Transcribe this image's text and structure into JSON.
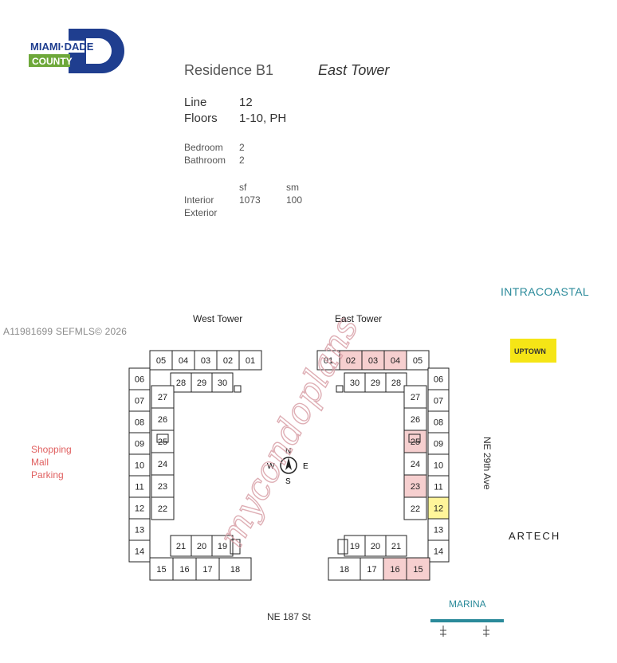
{
  "logo": {
    "line1": "MIAMI·DADE",
    "line2": "COUNTY",
    "colors": {
      "navy": "#1f3e8f",
      "green": "#6ea83a"
    }
  },
  "residence": {
    "title": "Residence B1",
    "tower": "East Tower",
    "line_label": "Line",
    "line_value": "12",
    "floors_label": "Floors",
    "floors_value": "1-10, PH",
    "bedroom_label": "Bedroom",
    "bedroom_value": "2",
    "bathroom_label": "Bathroom",
    "bathroom_value": "2",
    "sf_header": "sf",
    "sm_header": "sm",
    "interior_label": "Interior",
    "interior_sf": "1073",
    "interior_sm": "100",
    "exterior_label": "Exterior"
  },
  "listing_watermark": "A11981699  SEFMLS© 2026",
  "site_plan": {
    "west_tower_label": "West Tower",
    "east_tower_label": "East Tower",
    "intracoastal": "INTRACOASTAL",
    "uptown_sign": "UPTOWN",
    "artech": "ARTECH",
    "marina": "MARINA",
    "street_south": "NE 187 St",
    "street_east": "NE 29th Ave",
    "shopping_lines": [
      "Shopping",
      "Mall",
      "Parking"
    ],
    "compass": {
      "n": "N",
      "s": "S",
      "e": "E",
      "w": "W"
    },
    "watermark_brand": "mycondoplans",
    "colors": {
      "highlight_yellow": "#fff59a",
      "highlight_pink": "#f6cfcf",
      "water": "#2a8a9a",
      "shopping": "#e06060"
    },
    "west_units": {
      "top": [
        "05",
        "04",
        "03",
        "02",
        "01"
      ],
      "inner_top": [
        "28",
        "29",
        "30"
      ],
      "left": [
        "06",
        "07",
        "08",
        "09",
        "10",
        "11",
        "12",
        "13",
        "14"
      ],
      "inner_left": [
        "27",
        "26",
        "25",
        "24",
        "23",
        "22"
      ],
      "inner_bottom": [
        "21",
        "20",
        "19"
      ],
      "bottom": [
        "15",
        "16",
        "17",
        "18"
      ]
    },
    "east_units": {
      "top": [
        "01",
        "02",
        "03",
        "04",
        "05"
      ],
      "inner_top": [
        "30",
        "29",
        "28"
      ],
      "right": [
        "06",
        "07",
        "08",
        "09",
        "10",
        "11",
        "12",
        "13",
        "14"
      ],
      "inner_right": [
        "27",
        "26",
        "25",
        "24",
        "23",
        "22"
      ],
      "inner_bottom": [
        "19",
        "20",
        "21"
      ],
      "bottom": [
        "18",
        "17",
        "16",
        "15"
      ],
      "highlight_yellow": [
        "12"
      ],
      "highlight_pink": [
        "02",
        "03",
        "04",
        "25",
        "23",
        "16",
        "15"
      ]
    }
  }
}
